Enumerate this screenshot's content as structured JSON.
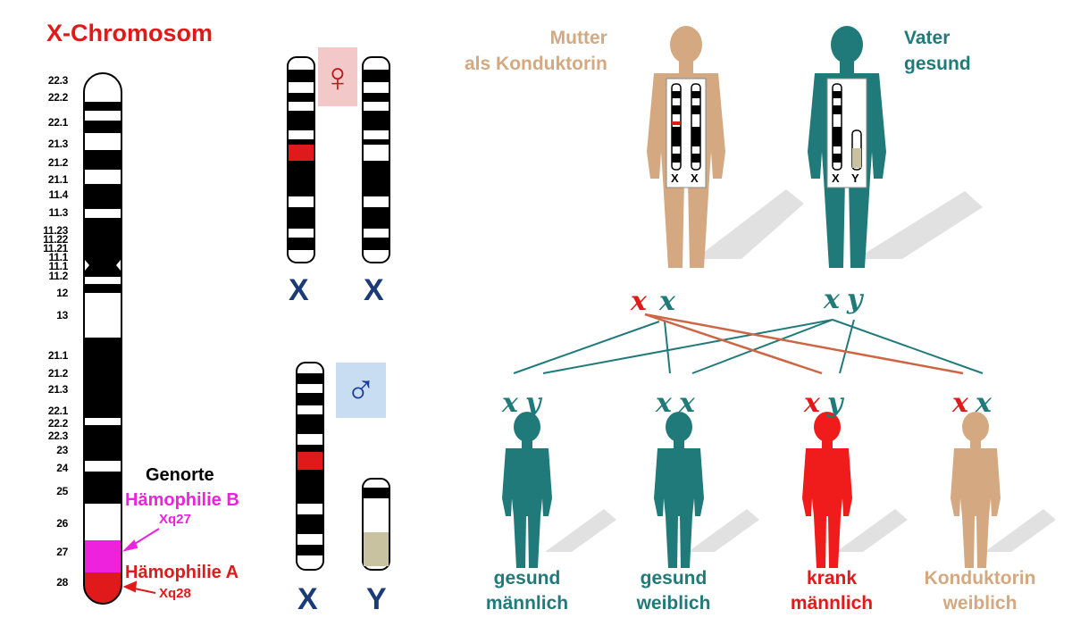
{
  "title": "X-Chromosom",
  "band_labels": [
    "22.3",
    "22.2",
    "22.1",
    "21.3",
    "21.2",
    "21.1",
    "11.4",
    "11.3",
    "11.23",
    "11.22",
    "11.21",
    "11.1",
    "11.1",
    "11.2",
    "12",
    "13",
    "21.1",
    "21.2",
    "21.3",
    "22.1",
    "22.2",
    "22.3",
    "23",
    "24",
    "25",
    "26",
    "27",
    "28"
  ],
  "genorte": {
    "heading": "Genorte",
    "haemophilie_b": "Hämophilie B",
    "xq27": "Xq27",
    "haemophilie_a": "Hämophilie A",
    "xq28": "Xq28"
  },
  "pair_female": {
    "symbol": "♀",
    "left": "X",
    "right": "X"
  },
  "pair_male": {
    "symbol": "♂",
    "left": "X",
    "right": "Y"
  },
  "parents": {
    "mother": {
      "line1": "Mutter",
      "line2": "als Konduktorin",
      "card": [
        "X",
        "X"
      ]
    },
    "father": {
      "line1": "Vater",
      "line2": "gesund",
      "card": [
        "X",
        "Y"
      ]
    }
  },
  "parent_alleles": {
    "mother": [
      "x",
      "x"
    ],
    "father": [
      "x",
      "y"
    ]
  },
  "children": [
    {
      "alleles": [
        "x",
        "y"
      ],
      "line1": "gesund",
      "line2": "männlich"
    },
    {
      "alleles": [
        "x",
        "x"
      ],
      "line1": "gesund",
      "line2": "weiblich"
    },
    {
      "alleles": [
        "x",
        "y"
      ],
      "line1": "krank",
      "line2": "männlich"
    },
    {
      "alleles": [
        "x",
        "x"
      ],
      "line1": "Konduktorin",
      "line2": "weiblich"
    }
  ],
  "colors": {
    "teal": "#217a7a",
    "tan": "#d4a880",
    "red": "#e01a1a",
    "magenta": "#ee22dd",
    "navy": "#1a3a78",
    "brick": "#cc6644"
  }
}
